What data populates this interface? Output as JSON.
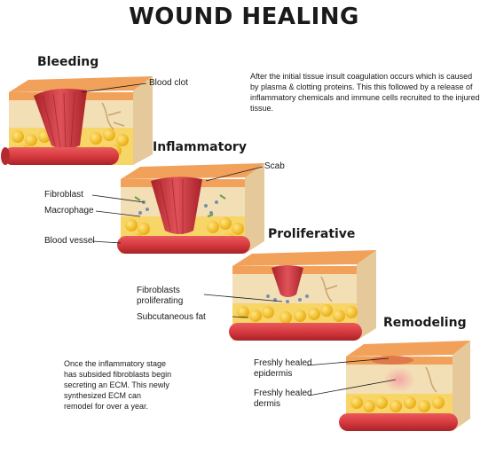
{
  "title": "WOUND HEALING",
  "stages": {
    "bleeding": "Bleeding",
    "inflammatory": "Inflammatory",
    "proliferative": "Proliferative",
    "remodeling": "Remodeling"
  },
  "labels": {
    "blood_clot": "Blood clot",
    "scab": "Scab",
    "fibroblast": "Fibroblast",
    "macrophage": "Macrophage",
    "blood_vessel": "Blood vessel",
    "fibroblasts_proliferating_1": "Fibroblasts",
    "fibroblasts_proliferating_2": "proliferating",
    "subcutaneous_fat": "Subcutaneous fat",
    "healed_epidermis_1": "Freshly healed",
    "healed_epidermis_2": "epidermis",
    "healed_dermis_1": "Freshly healed",
    "healed_dermis_2": "dermis"
  },
  "descriptions": {
    "top": "After the initial tissue insult coagulation occurs which is caused by plasma & clotting proteins. This this followed by a release of inflammatory chemicals and immune cells recruited to the injured tissue.",
    "bottom": "Once the inflammatory stage has subsided fibroblasts begin secreting an ECM. This newly synthesized ECM can remodel for over a year."
  },
  "colors": {
    "epidermis": "#f2a15a",
    "dermis": "#f3dfb6",
    "fat": "#f5c518",
    "vessel": "#d83a3f",
    "clot": "#c8303a"
  }
}
